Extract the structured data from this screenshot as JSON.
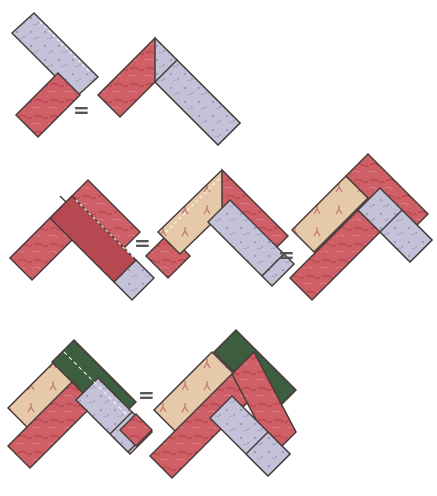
{
  "diagram": {
    "type": "quilt-block-piecing-steps",
    "background": "#ffffff",
    "operator_symbol": "=",
    "fabrics": {
      "gray": {
        "fill": "#c4c2d8",
        "speckle": "#7f7f98"
      },
      "red": {
        "fill": "#cf5f66",
        "speckle": "#a33d47"
      },
      "tan": {
        "fill": "#e6c9a8",
        "motif": "#c0716f"
      },
      "green": {
        "fill": "#3c5e3e"
      }
    },
    "outline_color": "#4a3b3b",
    "seam_color": "#ffffff",
    "rows": [
      {
        "label": "row-1",
        "steps": [
          {
            "strips": [
              "gray",
              "red"
            ],
            "seam": true
          },
          {
            "strips": [
              "red",
              "gray"
            ],
            "seam": false
          }
        ]
      },
      {
        "label": "row-2",
        "steps": [
          {
            "strips": [
              "red",
              "red",
              "gray"
            ],
            "seam": true
          },
          {
            "strips": [
              "red",
              "tan",
              "red",
              "gray"
            ],
            "seam": true
          },
          {
            "strips": [
              "red",
              "tan",
              "red",
              "gray"
            ],
            "seam": false
          }
        ]
      },
      {
        "label": "row-3",
        "steps": [
          {
            "strips": [
              "tan",
              "red",
              "gray",
              "green",
              "red"
            ],
            "seam": true
          },
          {
            "strips": [
              "tan",
              "red",
              "gray",
              "green",
              "red"
            ],
            "seam": false
          }
        ]
      }
    ]
  }
}
